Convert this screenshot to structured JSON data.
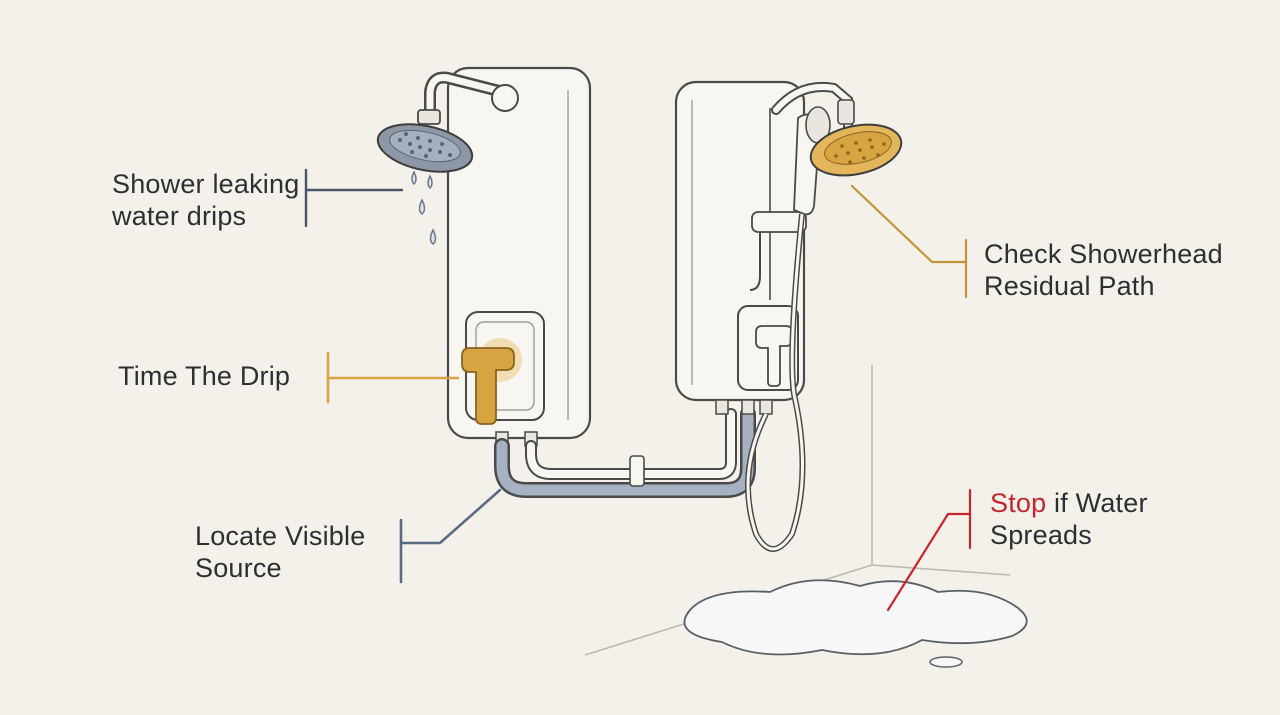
{
  "callouts": {
    "leak": {
      "line1": "Shower leaking",
      "line2": "water drips",
      "color": "#4a5568"
    },
    "drip": {
      "line1": "Time The Drip",
      "color": "#d8a441"
    },
    "source": {
      "line1": "Locate Visible",
      "line2": "Source",
      "color": "#5b6b86"
    },
    "showerhead": {
      "line1": "Check Showerhead",
      "line2": "Residual Path",
      "color": "#d8a441"
    },
    "stop": {
      "emphasis": "Stop",
      "rest": " if Water",
      "line2": "Spreads",
      "color": "#c5262c"
    }
  },
  "colors": {
    "background": "#f3f1ea",
    "ink": "#4a4a4a",
    "accent_gold": "#d8a441",
    "accent_blue": "#8b97ad",
    "accent_red": "#c5262c"
  }
}
